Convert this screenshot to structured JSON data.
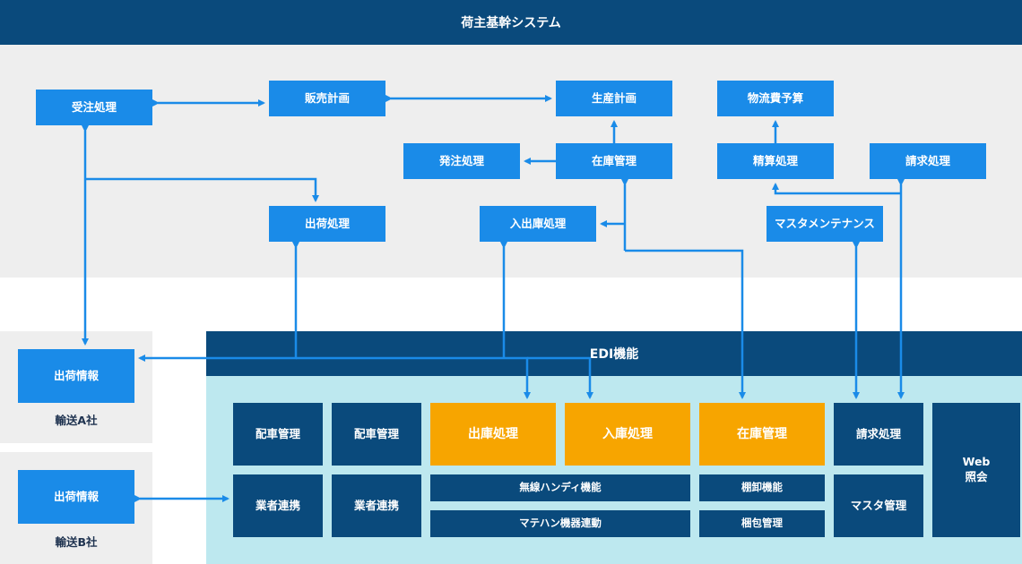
{
  "header": {
    "title": "荷主基幹システム"
  },
  "shipper_system": {
    "juchu": "受注処理",
    "hanbai": "販売計画",
    "seisan": "生産計画",
    "butsuryu": "物流費予算",
    "hatchu": "発注処理",
    "zaiko": "在庫管理",
    "seisanshori": "精算処理",
    "seikyu": "請求処理",
    "shukka": "出荷処理",
    "nyushukko": "入出庫処理",
    "master": "マスタメンテナンス"
  },
  "carriers": [
    {
      "info": "出荷情報",
      "name": "輸送A社"
    },
    {
      "info": "出荷情報",
      "name": "輸送B社"
    }
  ],
  "edi": {
    "title": "EDI機能",
    "haisha1": "配車管理",
    "haisha2": "配車管理",
    "gyosha1": "業者連携",
    "gyosha2": "業者連携",
    "shukko": "出庫処理",
    "nyuko": "入庫処理",
    "zaiko": "在庫管理",
    "musen": "無線ハンディ機能",
    "matehan": "マテハン機器連動",
    "tanaoroshi": "棚卸機能",
    "konpo": "梱包管理",
    "seikyu": "請求処理",
    "master": "マスタ管理",
    "web_line1": "Web",
    "web_line2": "照会"
  },
  "colors": {
    "navy": "#0a4a7c",
    "blue": "#1a8be8",
    "orange": "#f7a500",
    "gray_region": "#eeeeee",
    "cyan_region": "#bde8ef"
  }
}
